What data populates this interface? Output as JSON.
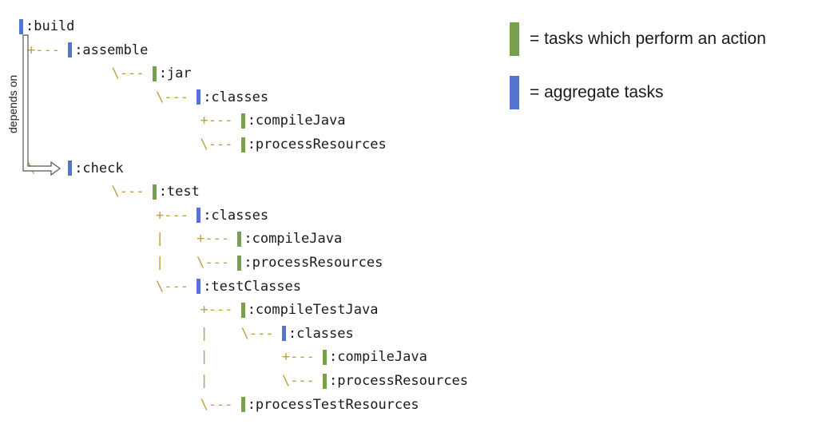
{
  "colors": {
    "action": "#77a04f",
    "aggregate": "#5574d2",
    "connector": "#c0a040",
    "arrow": "#555555"
  },
  "tree": [
    {
      "depth": 0,
      "prefix": "",
      "name": ":build",
      "kind": "aggregate"
    },
    {
      "depth": 0,
      "prefix": "+--- ",
      "name": ":assemble",
      "kind": "aggregate"
    },
    {
      "depth": 1,
      "prefix": "\\--- ",
      "name": ":jar",
      "kind": "action"
    },
    {
      "depth": 2,
      "prefix": "\\--- ",
      "name": ":classes",
      "kind": "aggregate"
    },
    {
      "depth": 3,
      "prefix": "+--- ",
      "name": ":compileJava",
      "kind": "action"
    },
    {
      "depth": 3,
      "prefix": "\\--- ",
      "name": ":processResources",
      "kind": "action"
    },
    {
      "depth": 0,
      "prefix": "\\--- ",
      "name": ":check",
      "kind": "aggregate"
    },
    {
      "depth": 1,
      "prefix": "\\--- ",
      "name": ":test",
      "kind": "action"
    },
    {
      "depth": 2,
      "prefix": "+--- ",
      "name": ":classes",
      "kind": "aggregate"
    },
    {
      "depth": 2,
      "prefix": "|    +--- ",
      "name": ":compileJava",
      "kind": "action"
    },
    {
      "depth": 2,
      "prefix": "|    \\--- ",
      "name": ":processResources",
      "kind": "action"
    },
    {
      "depth": 2,
      "prefix": "\\--- ",
      "name": ":testClasses",
      "kind": "aggregate"
    },
    {
      "depth": 3,
      "prefix": "+--- ",
      "name": ":compileTestJava",
      "kind": "action"
    },
    {
      "depth": 3,
      "prefix": "|    \\--- ",
      "name": ":classes",
      "kind": "aggregate"
    },
    {
      "depth": 3,
      "prefix": "|         +--- ",
      "name": ":compileJava",
      "kind": "action"
    },
    {
      "depth": 3,
      "prefix": "|         \\--- ",
      "name": ":processResources",
      "kind": "action"
    },
    {
      "depth": 3,
      "prefix": "\\--- ",
      "name": ":processTestResources",
      "kind": "action"
    }
  ],
  "depends_label": "depends on",
  "legend": {
    "action_text": "= tasks which perform an action",
    "aggregate_text": "= aggregate tasks"
  }
}
